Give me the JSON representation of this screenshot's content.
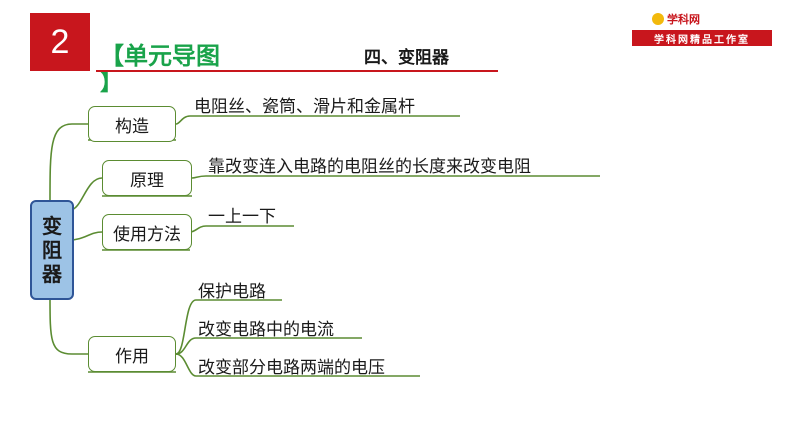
{
  "header": {
    "number": "2",
    "unit_title": "【单元导图",
    "unit_title_close": "】",
    "section_title": "四、变阻器"
  },
  "logo": {
    "name": "学科网",
    "banner": "学科网精品工作室"
  },
  "mindmap": {
    "root": "变阻器",
    "branches": [
      {
        "label": "构造",
        "leaves": [
          "电阻丝、瓷筒、滑片和金属杆"
        ]
      },
      {
        "label": "原理",
        "leaves": [
          "靠改变连入电路的电阻丝的长度来改变电阻"
        ]
      },
      {
        "label": "使用方法",
        "leaves": [
          "一上一下"
        ]
      },
      {
        "label": "作用",
        "leaves": [
          "保护电路",
          "改变电路中的电流",
          "改变部分电路两端的电压"
        ]
      }
    ]
  },
  "colors": {
    "accent_red": "#c8161d",
    "title_green": "#19a34a",
    "branch_green": "#5b8c32",
    "root_fill": "#9dc3e6",
    "root_border": "#2f5597"
  }
}
